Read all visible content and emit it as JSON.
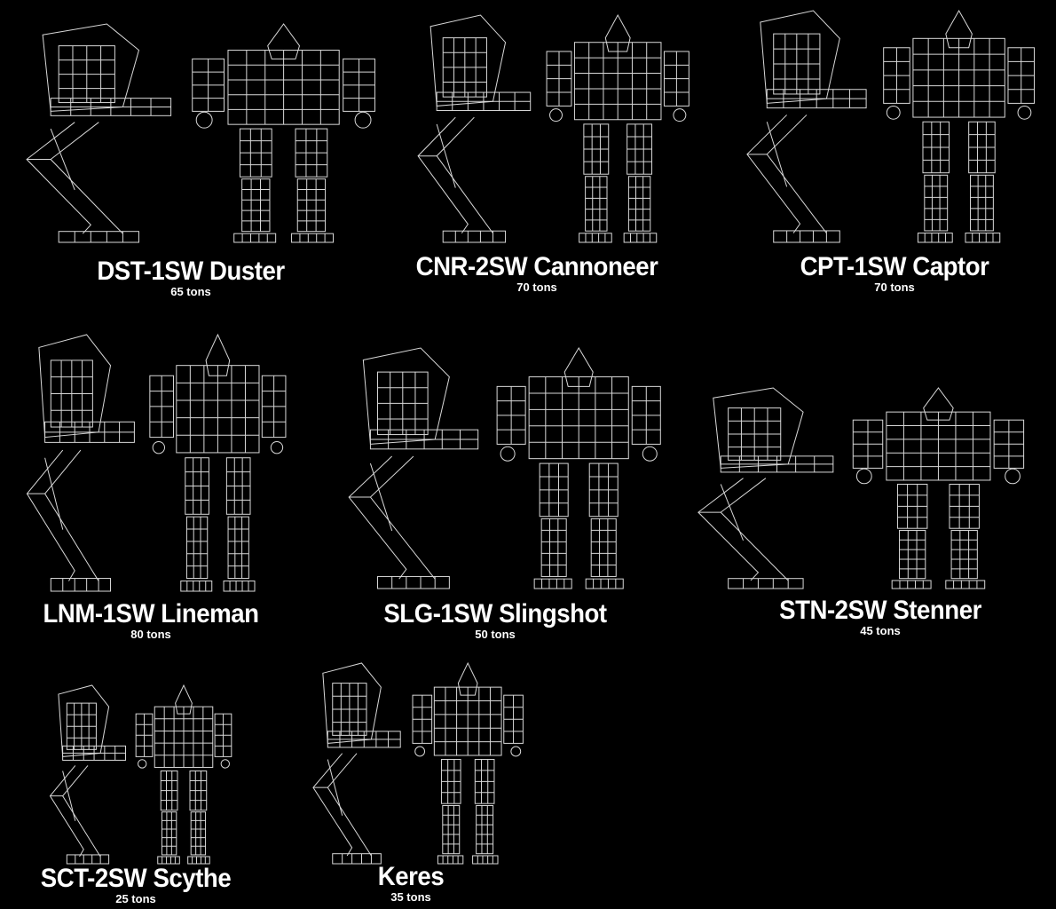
{
  "mechs": [
    {
      "name": "DST-1SW Duster",
      "tons": "65 tons"
    },
    {
      "name": "CNR-2SW Cannoneer",
      "tons": "70 tons"
    },
    {
      "name": "CPT-1SW Captor",
      "tons": "70 tons"
    },
    {
      "name": "LNM-1SW Lineman",
      "tons": "80 tons"
    },
    {
      "name": "SLG-1SW Slingshot",
      "tons": "50 tons"
    },
    {
      "name": "STN-2SW Stenner",
      "tons": "45 tons"
    },
    {
      "name": "SCT-2SW Scythe",
      "tons": "25 tons"
    },
    {
      "name": "Keres",
      "tons": "35 tons"
    }
  ],
  "colors": {
    "background": "#000000",
    "wireframe": "#d8d8d8",
    "text": "#ffffff"
  }
}
